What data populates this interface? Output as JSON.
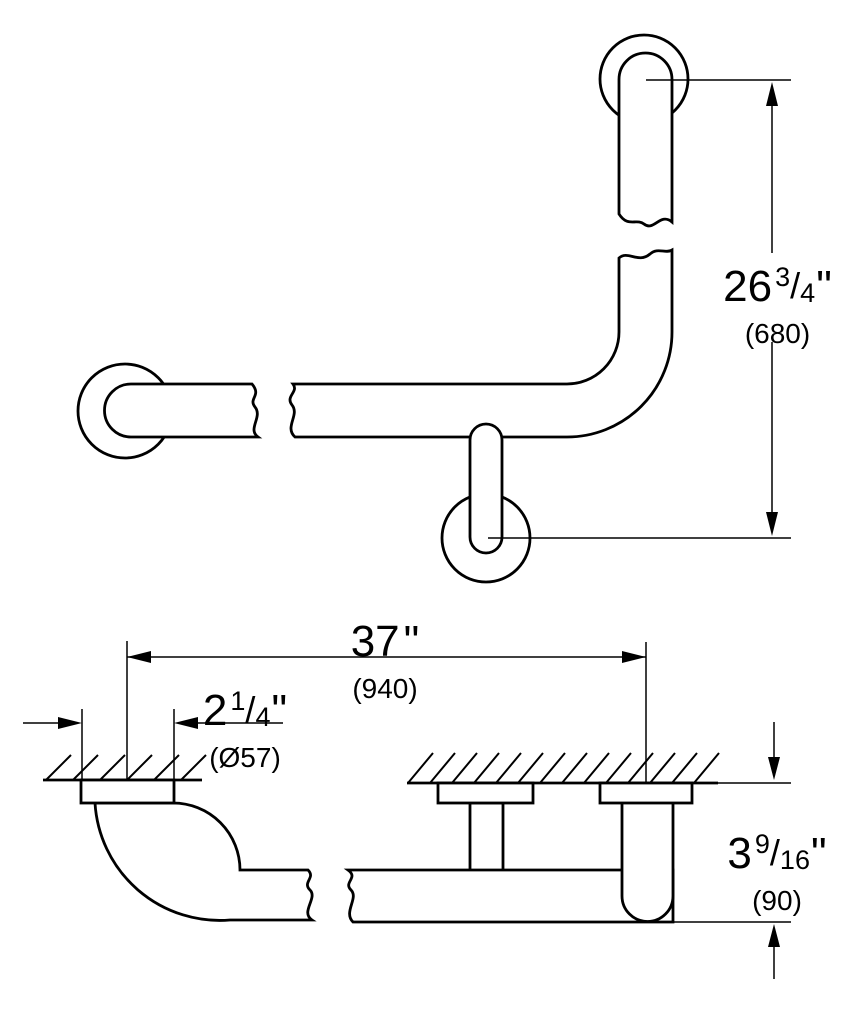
{
  "drawing": {
    "kind": "technical dimension drawing",
    "views": {
      "front_view": "L-shaped grab bar with three wall flanges, front elevation",
      "side_view": "grab bar side elevation on hatched wall surface"
    },
    "colors": {
      "line": "#000000",
      "background": "#ffffff"
    },
    "dimensions": {
      "bar_height": {
        "whole": "26",
        "numerator": "3",
        "fraction_sep": "/",
        "denominator": "4",
        "unit": "\"",
        "metric": "(680)"
      },
      "bar_length": {
        "whole": "37",
        "unit": "\"",
        "metric": "(940)"
      },
      "flange_diameter": {
        "whole": "2",
        "numerator": "1",
        "fraction_sep": "/",
        "denominator": "4",
        "unit": "\"",
        "metric": "(Ø57)"
      },
      "wall_clearance": {
        "whole": "3",
        "numerator": "9",
        "fraction_sep": "/",
        "denominator": "16",
        "unit": "\"",
        "metric": "(90)"
      }
    }
  }
}
